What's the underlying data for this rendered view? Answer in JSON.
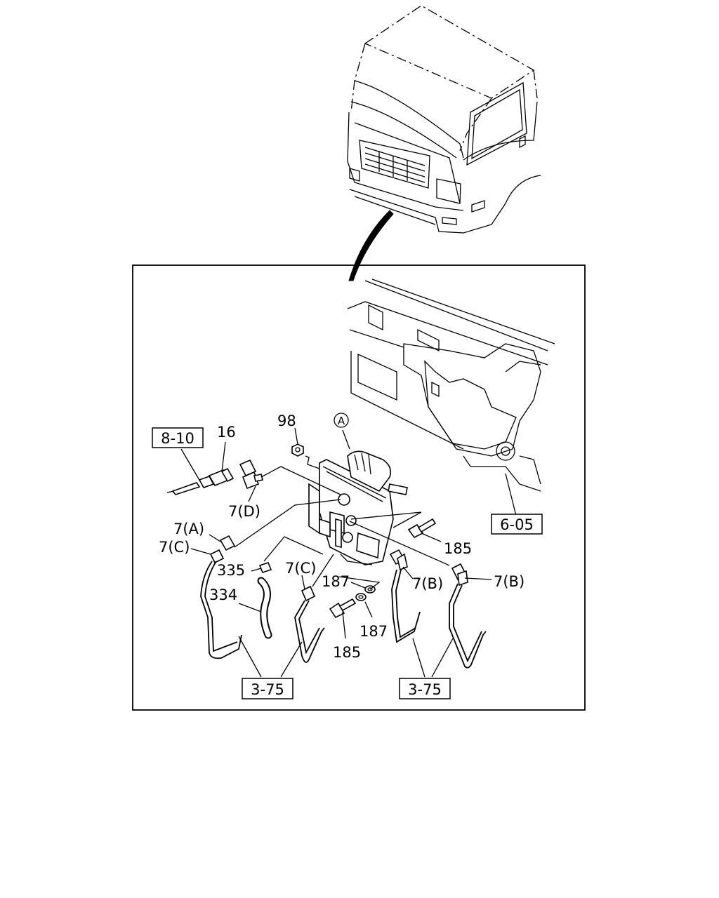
{
  "diagram": {
    "frame_label_a": "A",
    "ref_boxes": [
      {
        "id": "ref-8-10",
        "text": "8-10"
      },
      {
        "id": "ref-6-05",
        "text": "6-05"
      },
      {
        "id": "ref-3-75-left",
        "text": "3-75"
      },
      {
        "id": "ref-3-75-right",
        "text": "3-75"
      }
    ],
    "callouts": {
      "p98": "98",
      "p16": "16",
      "p7d": "7(D)",
      "p7a": "7(A)",
      "p7c_left": "7(C)",
      "p335": "335",
      "p334": "334",
      "p7c_mid": "7(C)",
      "p187_top": "187",
      "p187_bottom": "187",
      "p185_right": "185",
      "p185_bottom": "185",
      "p7b_mid": "7(B)",
      "p7b_right": "7(B)"
    }
  }
}
